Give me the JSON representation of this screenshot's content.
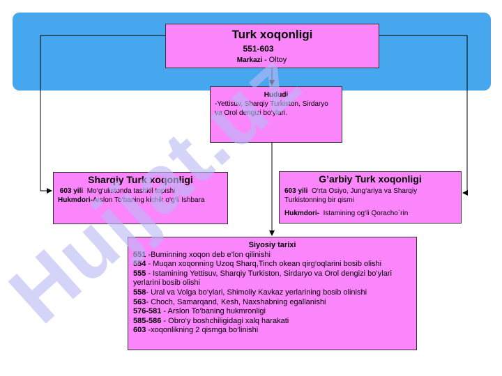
{
  "main": {
    "title": "Turk  xoqonligi",
    "years": "551-603",
    "capital_label": "Markazi -",
    "capital_value": " Oltoy"
  },
  "territory": {
    "heading": "Hududi",
    "text": "-Yettisuv, Sharqiy Turkiston, Sirdaryo va Orol dengizi bo‘ylari."
  },
  "east": {
    "heading": "Sharqiy Turk xoqonligi",
    "year": "603 yili",
    "founded": "Mo‘g‘ulistonda tashkil topishi",
    "ruler_label": "Hukmdori-",
    "ruler_text": "Arslon To‘baning kichik o‘g‘li  Ishbara"
  },
  "west": {
    "heading": "G’arbiy Turk xoqonligi",
    "year": "603 yili",
    "founded": "O‘rta Osiyo, Jung‘ariya va Sharqiy Turkistonning bir qismi",
    "ruler_label": "Hukmdori-",
    "ruler_text": "Istamining og‘li Qoracho`rin"
  },
  "history": {
    "heading": "Siyosiy  tarixi",
    "events": [
      {
        "date": "551",
        "text": " -Buminning xoqon deb e’lon qilinishi"
      },
      {
        "date": " 554",
        "text": " - Muqan xoqonning Uzoq Sharq,Tinch okean qirg‘oqlarini bosib olishi"
      },
      {
        "date": "555",
        "text": " -  Istamining Yettisuv, Sharqiy Turkiston, Sirdaryo va Orol dengizi bo‘ylari yerlarini bosib olishi"
      },
      {
        "date": "558",
        "text": "- Ural va Volga bo‘ylari, Shimoliy Kavkaz yerlarining bosib olinishi"
      },
      {
        "date": "563",
        "text": "- Choch, Samarqand, Kesh, Naxshabning egallanishi"
      },
      {
        "date": "576-581",
        "text": " - Arslon To‘baning hukmronligi"
      },
      {
        "date": "585-586",
        "text": " - Obro‘y boshchiligidagi xalq harakati"
      },
      {
        "date": "603",
        "text": " -xoqonlikning 2 qismga bo‘linishi"
      }
    ]
  },
  "watermark": "Hujjat.uz",
  "colors": {
    "box_fill": "#fb85fb",
    "header_band": "#46a6ee",
    "watermark": "#b9b9f5"
  }
}
